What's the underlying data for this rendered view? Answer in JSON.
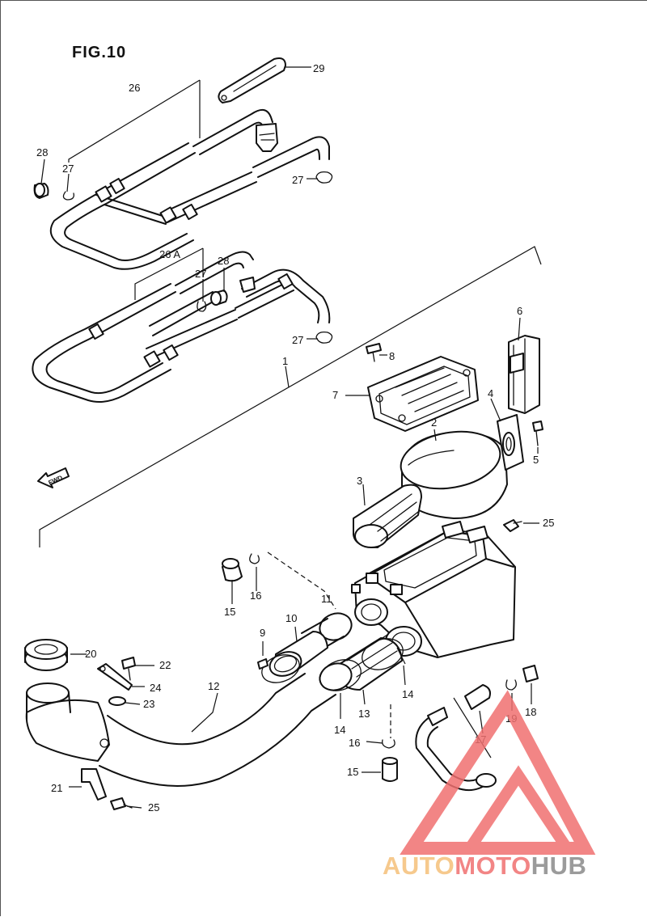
{
  "figure": {
    "title": "FIG.10",
    "fwd_label": "FWD"
  },
  "parts": [
    {
      "id": "p1",
      "label": "1"
    },
    {
      "id": "p2",
      "label": "2"
    },
    {
      "id": "p3",
      "label": "3"
    },
    {
      "id": "p4",
      "label": "4"
    },
    {
      "id": "p5",
      "label": "5"
    },
    {
      "id": "p6",
      "label": "6"
    },
    {
      "id": "p7",
      "label": "7"
    },
    {
      "id": "p8",
      "label": "8"
    },
    {
      "id": "p9",
      "label": "9"
    },
    {
      "id": "p10",
      "label": "10"
    },
    {
      "id": "p11",
      "label": "11"
    },
    {
      "id": "p12",
      "label": "12"
    },
    {
      "id": "p13",
      "label": "13"
    },
    {
      "id": "p14a",
      "label": "14"
    },
    {
      "id": "p14b",
      "label": "14"
    },
    {
      "id": "p15a",
      "label": "15"
    },
    {
      "id": "p15b",
      "label": "15"
    },
    {
      "id": "p16a",
      "label": "16"
    },
    {
      "id": "p16b",
      "label": "16"
    },
    {
      "id": "p17",
      "label": "17"
    },
    {
      "id": "p18",
      "label": "18"
    },
    {
      "id": "p19",
      "label": "19"
    },
    {
      "id": "p20",
      "label": "20"
    },
    {
      "id": "p21",
      "label": "21"
    },
    {
      "id": "p22",
      "label": "22"
    },
    {
      "id": "p23",
      "label": "23"
    },
    {
      "id": "p24",
      "label": "24"
    },
    {
      "id": "p25a",
      "label": "25"
    },
    {
      "id": "p25b",
      "label": "25"
    },
    {
      "id": "p26",
      "label": "26"
    },
    {
      "id": "p26A",
      "label": "26 A"
    },
    {
      "id": "p27a",
      "label": "27"
    },
    {
      "id": "p27b",
      "label": "27"
    },
    {
      "id": "p27c",
      "label": "27"
    },
    {
      "id": "p27d",
      "label": "27"
    },
    {
      "id": "p28a",
      "label": "28"
    },
    {
      "id": "p28b",
      "label": "28"
    },
    {
      "id": "p29",
      "label": "29"
    }
  ],
  "watermark": {
    "text_part1": "AUTO",
    "text_part2": "MOTO",
    "text_part3": "HUB",
    "color_light": "#f5c07a",
    "color_red": "#f07070",
    "color_gray": "#8a8a8a"
  }
}
